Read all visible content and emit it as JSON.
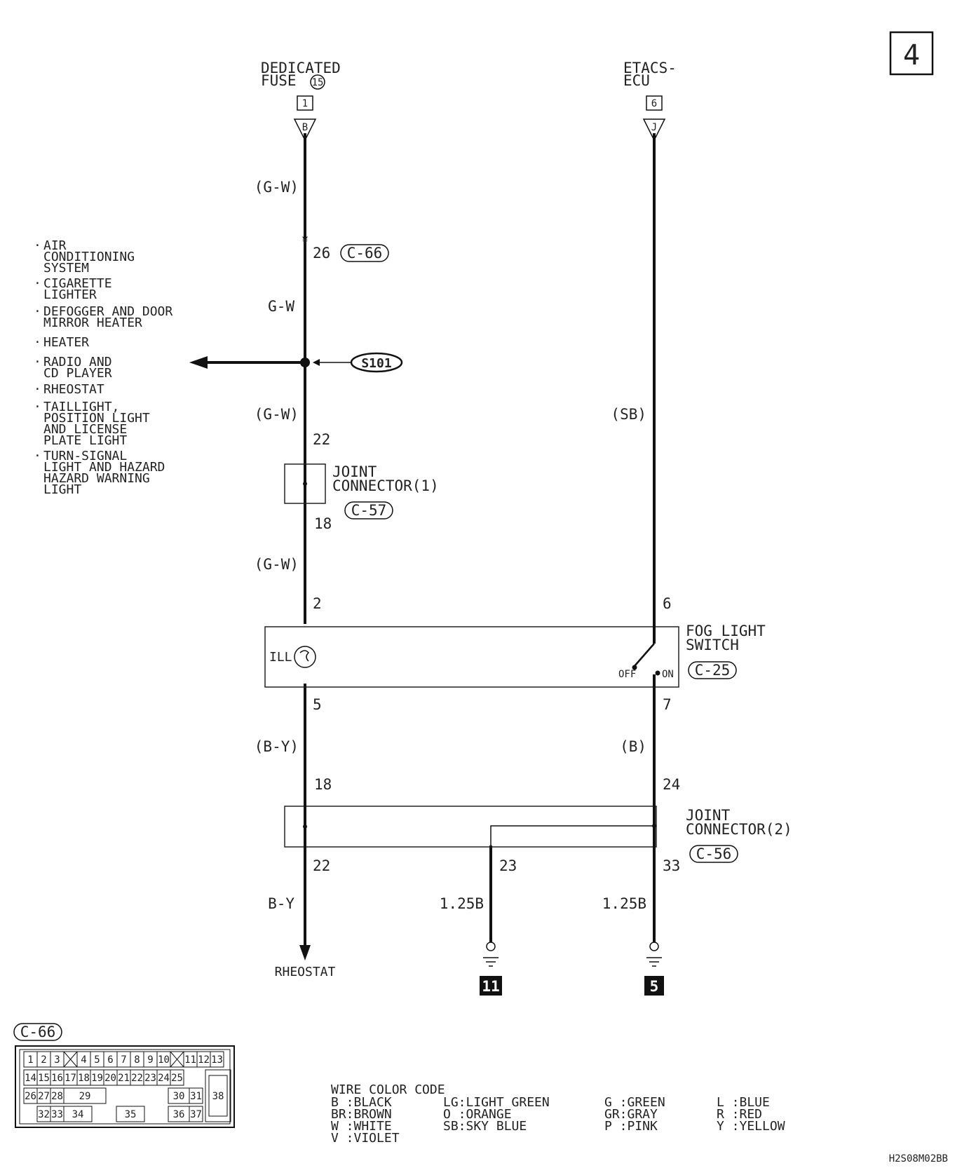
{
  "page_label": "4",
  "sources": {
    "fuse": {
      "line1": "DEDICATED",
      "line2": "FUSE",
      "circled": "15",
      "pin": "1",
      "connector": "B"
    },
    "etacs": {
      "line1": "ETACS-",
      "line2": "ECU",
      "pin": "6",
      "connector": "J"
    }
  },
  "wires": {
    "gw1": "(G-W)",
    "pin26": "26",
    "c66": "C-66",
    "gw_solid": "G-W",
    "splice": "S101",
    "gw2": "(G-W)",
    "sb": "(SB)",
    "pin22a": "22",
    "pin18a": "18",
    "gw3": "(G-W)",
    "pin2": "2",
    "pin6": "6",
    "pin5": "5",
    "pin7": "7",
    "by1": "(B-Y)",
    "b1": "(B)",
    "pin18b": "18",
    "pin24": "24",
    "pin22b": "22",
    "pin23": "23",
    "pin33": "33",
    "by_solid": "B-Y",
    "g125a": "1.25B",
    "g125b": "1.25B",
    "rheostat": "RHEOSTAT",
    "ground11": "11",
    "ground5": "5"
  },
  "joint1": {
    "line1": "JOINT",
    "line2": "CONNECTOR(1)",
    "code": "C-57"
  },
  "joint2": {
    "line1": "JOINT",
    "line2": "CONNECTOR(2)",
    "code": "C-56"
  },
  "fog_switch": {
    "line1": "FOG LIGHT",
    "line2": "SWITCH",
    "code": "C-25",
    "ill": "ILL",
    "off": "OFF",
    "on": "ON"
  },
  "branch_list": [
    [
      "AIR",
      "CONDITIONING",
      "SYSTEM"
    ],
    [
      "CIGARETTE",
      "LIGHTER"
    ],
    [
      "DEFOGGER AND DOOR",
      "MIRROR HEATER"
    ],
    [
      "HEATER"
    ],
    [
      "RADIO AND",
      "CD PLAYER"
    ],
    [
      "RHEOSTAT"
    ],
    [
      "TAILLIGHT,",
      "POSITION LIGHT",
      "AND LICENSE",
      "PLATE LIGHT"
    ],
    [
      "TURN-SIGNAL",
      "LIGHT AND HAZARD",
      "HAZARD WARNING",
      "LIGHT"
    ]
  ],
  "connector_view": {
    "title": "C-66",
    "rows": [
      [
        "1",
        "2",
        "3",
        "",
        "4",
        "5",
        "6",
        "7",
        "8",
        "9",
        "10",
        "",
        "11",
        "12",
        "13"
      ],
      [
        "14",
        "15",
        "16",
        "17",
        "18",
        "19",
        "20",
        "21",
        "22",
        "23",
        "24",
        "25"
      ],
      [
        "26",
        "27",
        "28",
        "29",
        "30",
        "31"
      ],
      [
        "32",
        "33",
        "34",
        "35",
        "36",
        "37"
      ]
    ],
    "big": "38"
  },
  "color_code": {
    "title": "WIRE COLOR CODE",
    "entries": [
      [
        "B :BLACK",
        "LG:LIGHT GREEN",
        "G :GREEN",
        "L :BLUE"
      ],
      [
        "BR:BROWN",
        "O :ORANGE",
        "GR:GRAY",
        "R :RED"
      ],
      [
        "W :WHITE",
        "SB:SKY BLUE",
        "P :PINK",
        "Y :YELLOW"
      ],
      [
        "V :VIOLET",
        "",
        "",
        ""
      ]
    ]
  },
  "doc_id": "H2S08M02BB"
}
